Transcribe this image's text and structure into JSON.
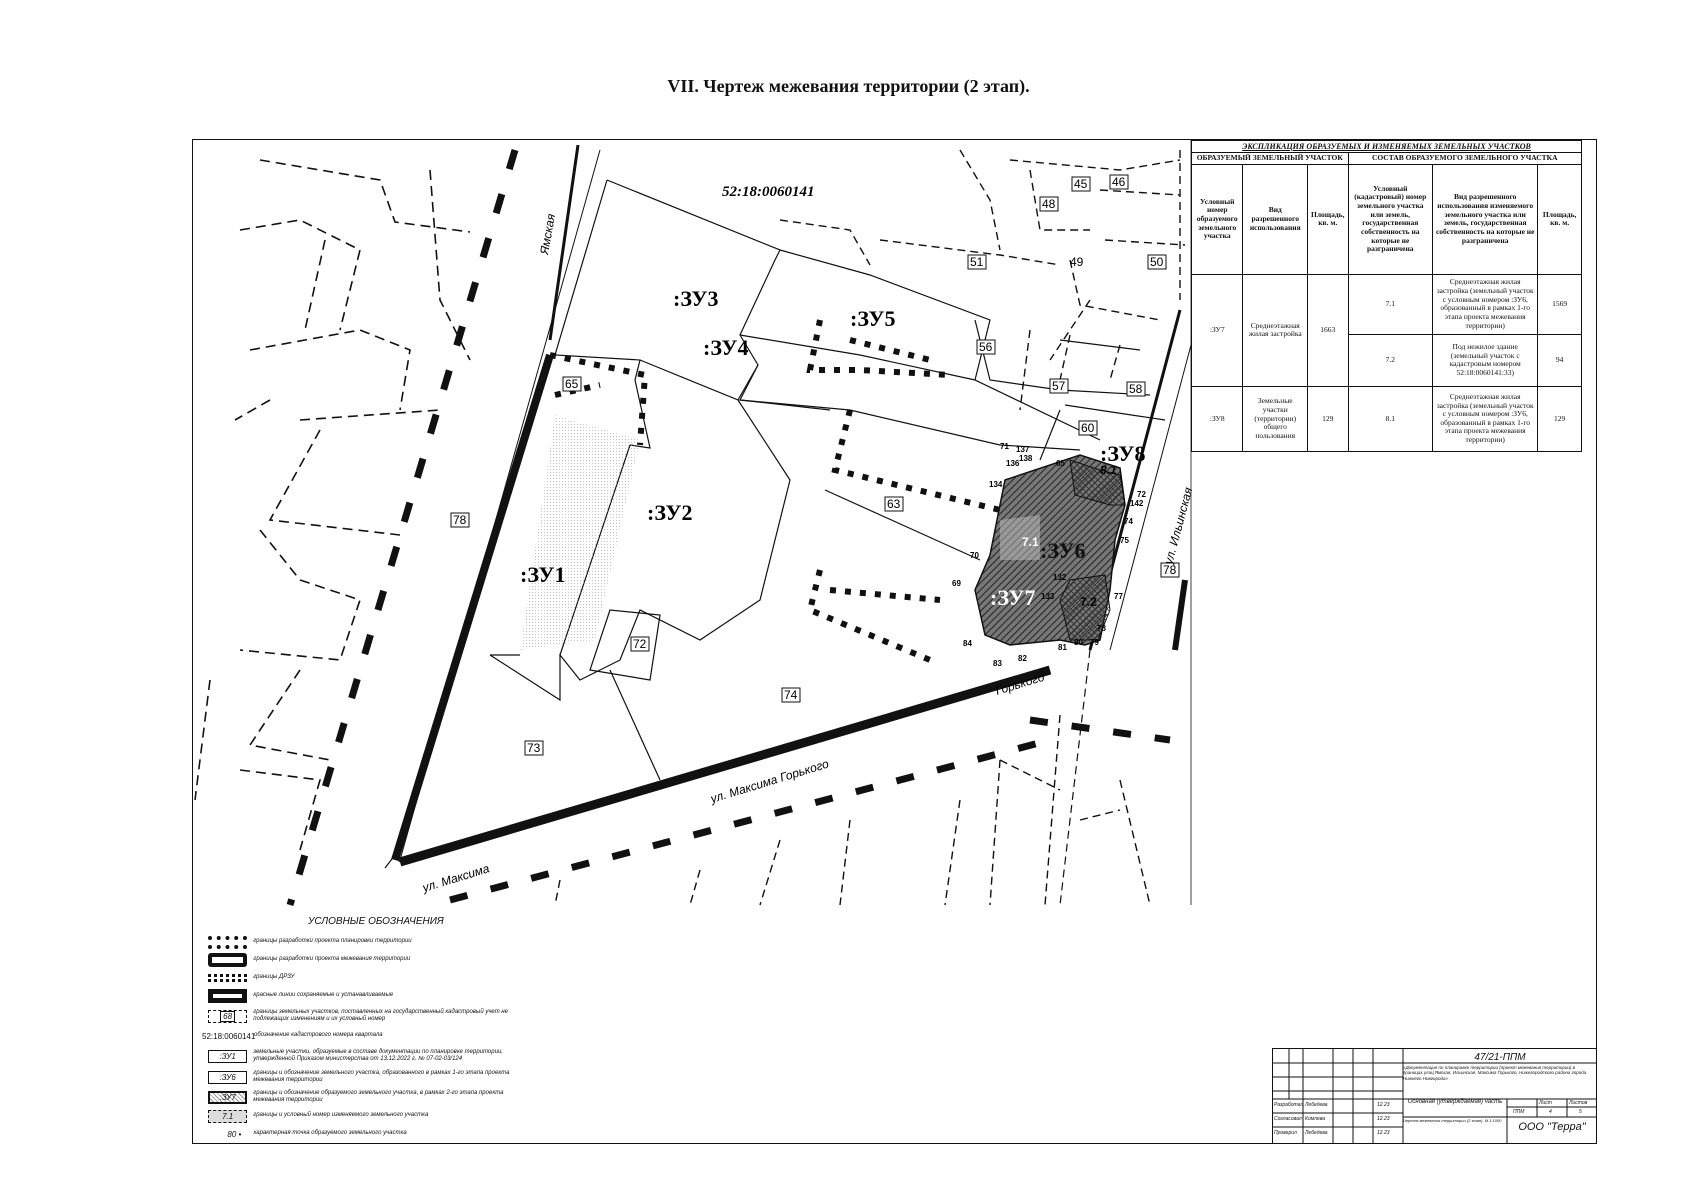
{
  "title": "VII.     Чертеж межевания территории (2 этап).",
  "map": {
    "cadastral_quarter": "52:18:0060141",
    "zones": {
      "zu1": ":ЗУ1",
      "zu2": ":ЗУ2",
      "zu3": ":ЗУ3",
      "zu4": ":ЗУ4",
      "zu5": ":ЗУ5",
      "zu6": ":ЗУ6",
      "zu7": ":ЗУ7",
      "zu8": ":ЗУ8"
    },
    "subparcels": {
      "p71": "7.1",
      "p72": "7.2",
      "p81": "8.1"
    },
    "parcels": [
      "45",
      "46",
      "48",
      "49",
      "50",
      "51",
      "56",
      "57",
      "58",
      "60",
      "63",
      "65",
      "72",
      "73",
      "74",
      "78",
      "78"
    ],
    "points": [
      "71",
      "137",
      "138",
      "65",
      "136",
      "134",
      "72",
      "142",
      "74",
      "75",
      "70",
      "69",
      "133",
      "132",
      "77",
      "78",
      "79",
      "80",
      "81",
      "82",
      "83",
      "84"
    ],
    "streets": {
      "yamskaya": "Ямская",
      "ilinskaya": "ул. Ильинская",
      "gorkogo_short": "Горького",
      "max_gorkogo": "ул. Максима Горького",
      "maksima": "ул. Максима"
    }
  },
  "explication": {
    "caption": "ЭКСПЛИКАЦИЯ ОБРАЗУЕМЫХ И ИЗМЕНЯЕМЫХ ЗЕМЕЛЬНЫХ УЧАСТКОВ",
    "group_left": "ОБРАЗУЕМЫЙ ЗЕМЕЛЬНЫЙ УЧАСТОК",
    "group_right": "СОСТАВ ОБРАЗУЕМОГО ЗЕМЕЛЬНОГО УЧАСТКА",
    "headers": [
      "Условный номер образуемого земельного участка",
      "Вид разрешенного использования",
      "Площадь, кв. м.",
      "Условный (кадастровый) номер земельного участка или земель, государственная собственность на которые не разграничена",
      "Вид разрешенного использования изменяемого земельного участка или земель, государственная собственность на которые не разграничена",
      "Площадь, кв. м."
    ],
    "rows": [
      {
        "num": ":ЗУ7",
        "use": "Среднеэтажная жилая застройка",
        "area": "1663",
        "parts": [
          {
            "num": "7.1",
            "use": "Среднеэтажная жилая застройка (земельный участок с условным номером :ЗУ6, образованный в рамках 1-го этапа проекта межевания территории)",
            "area": "1569"
          },
          {
            "num": "7.2",
            "use": "Под нежилое здание (земельный участок с кадастровым номером 52:18:0060141:33)",
            "area": "94"
          }
        ]
      },
      {
        "num": ":ЗУ8",
        "use": "Земельные участки (территории) общего пользования",
        "area": "129",
        "parts": [
          {
            "num": "8.1",
            "use": "Среднеэтажная жилая застройка (земельный участок с условным номером :ЗУ6, образованный в рамках 1-го этапа проекта межевания территории)",
            "area": "129"
          }
        ]
      }
    ]
  },
  "legend": {
    "title": "УСЛОВНЫЕ ОБОЗНАЧЕНИЯ",
    "items": [
      {
        "sym": "",
        "text": "границы разработки проекта планировки территории"
      },
      {
        "sym": "",
        "text": "границы разработки проекта межевания территории"
      },
      {
        "sym": "",
        "text": "границы ДРЗУ"
      },
      {
        "sym": "",
        "text": "красные линии сохраняемые и устанавливаемые"
      },
      {
        "sym": "68",
        "text": "границы земельных участков, поставленных на государственный кадастровый учет не подлежащих изменениям и их условный номер"
      },
      {
        "sym": "52:18:0060141",
        "text": "обозначение кадастрового номера квартала"
      },
      {
        "sym": ":ЗУ1",
        "text": "земельные участки, образуемые в составе документации по планировке территории, утвержденной Приказом министерства от 13.12.2022 г. № 07-02-03/124"
      },
      {
        "sym": ":ЗУ6",
        "text": "границы и обозначение земельного участка, образованного в рамках 1-го этапа проекта межевания территории"
      },
      {
        "sym": ":ЗУ7",
        "text": "границы и обозначение образуемого земельного участка, в рамках 2-го этапа проекта межевания территории"
      },
      {
        "sym": "7.1",
        "text": "границы и условный номер изменяемого земельного участка"
      },
      {
        "sym": "80",
        "text": "характерная точка образуемого земельного участка"
      }
    ]
  },
  "stamp": {
    "code": "47/21-ППМ",
    "description": "«Документация по планировке территории (проект межевания территории) в границах улиц Ямская, Ильинская, Максима Горького, Нижегородского района города Нижнего Новгорода»",
    "part": "Основная (утверждаемая) часть",
    "sheet_label": "Лист",
    "sheets_label": "Листов",
    "stage": "ППМ",
    "sheet": "4",
    "sheets": "5",
    "org": "ООО \"Терра\"",
    "roles": [
      "Разработал",
      "Согласовал",
      "Проверил"
    ],
    "names": [
      "Лебедева",
      "Комлева",
      "Лебедева"
    ],
    "date": "12.23",
    "note": "Чертеж межевания территории (2 этап). М 1:1000"
  }
}
